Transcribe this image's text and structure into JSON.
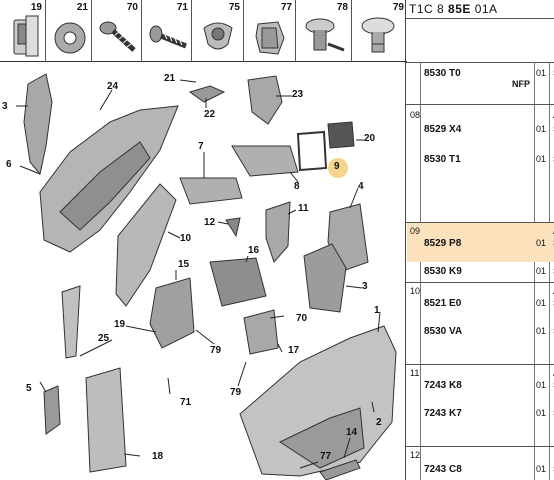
{
  "strip": {
    "items": [
      {
        "num": "19",
        "icon": "push-fastener-icon"
      },
      {
        "num": "21",
        "icon": "washer-icon"
      },
      {
        "num": "70",
        "icon": "screw-icon"
      },
      {
        "num": "71",
        "icon": "screw-icon"
      },
      {
        "num": "75",
        "icon": "clip-icon"
      },
      {
        "num": "77",
        "icon": "clip-icon"
      },
      {
        "num": "78",
        "icon": "rivet-icon"
      },
      {
        "num": "79",
        "icon": "rivet-icon"
      }
    ]
  },
  "diagram": {
    "callouts": [
      "3",
      "24",
      "21",
      "22",
      "23",
      "6",
      "20",
      "7",
      "8",
      "9",
      "4",
      "12",
      "11",
      "10",
      "16",
      "15",
      "3",
      "1",
      "70",
      "19",
      "79",
      "17",
      "25",
      "5",
      "71",
      "79",
      "2",
      "18",
      "14",
      "77"
    ]
  },
  "table": {
    "ref_prefix": "T1C 8 ",
    "ref_bold": "85E",
    "ref_suffix": " 01A",
    "rows": [
      {
        "group": "",
        "parts": [
          {
            "pn": "8530 T0",
            "nfp": "NFP",
            "qty": "01"
          }
        ]
      },
      {
        "group": "08",
        "parts": [
          {
            "pn": "8529 X4",
            "nfp": "",
            "qty": "01"
          },
          {
            "pn": "8530 T1",
            "nfp": "",
            "qty": "01"
          }
        ]
      },
      {
        "group": "09",
        "parts": [
          {
            "pn": "8529 P8",
            "nfp": "",
            "qty": "01"
          },
          {
            "pn": "8530 K9",
            "nfp": "",
            "qty": "01"
          }
        ]
      },
      {
        "group": "10",
        "parts": [
          {
            "pn": "8521 E0",
            "nfp": "",
            "qty": "01"
          },
          {
            "pn": "8530 VA",
            "nfp": "",
            "qty": "01"
          }
        ]
      },
      {
        "group": "11",
        "parts": [
          {
            "pn": "7243 K8",
            "nfp": "",
            "qty": "01"
          },
          {
            "pn": "7243 K7",
            "nfp": "",
            "qty": "01"
          }
        ]
      },
      {
        "group": "12",
        "parts": [
          {
            "pn": "7243 C8",
            "nfp": "",
            "qty": "01"
          }
        ]
      }
    ]
  },
  "colors": {
    "highlight": "#fbe2bd",
    "callout_circle": "#f5d58c"
  }
}
